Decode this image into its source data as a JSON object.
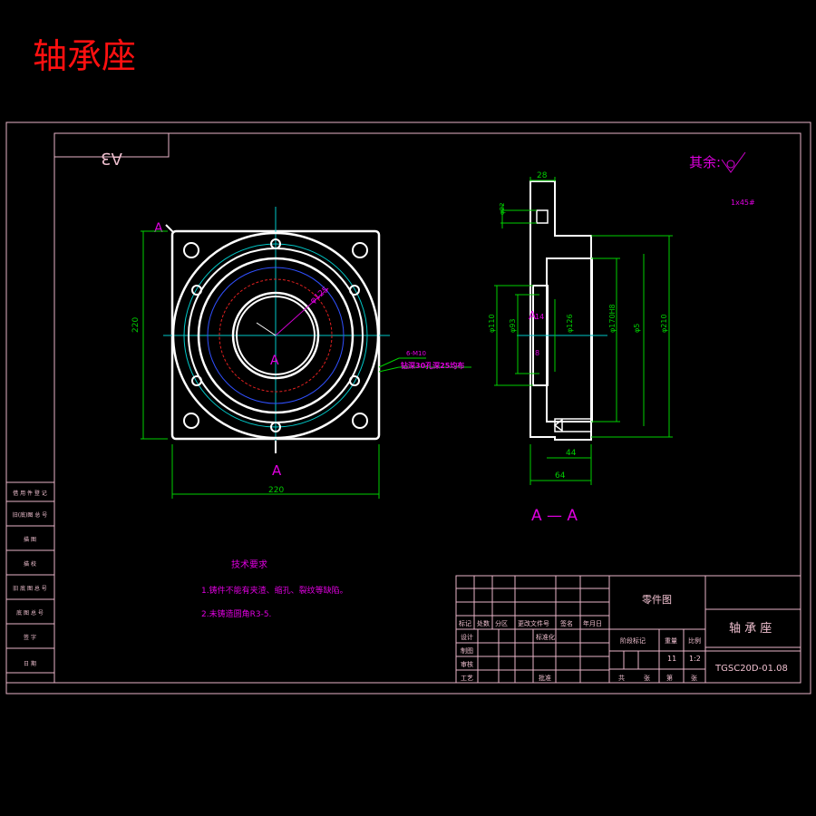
{
  "header": {
    "title": "轴承座"
  },
  "sheet": {
    "format": "A3"
  },
  "front_view": {
    "section_label_top": "A",
    "section_label_bottom": "A",
    "center_label": "A",
    "width_dim": "220",
    "height_dim": "220",
    "diameter_dim": "φ125",
    "hole_note": "6-M10",
    "thread_note": "钻深30孔深25均布"
  },
  "section_view": {
    "title": "A — A",
    "dims": {
      "top_width": "28",
      "top_small": "φ22",
      "d110": "φ110",
      "d93": "φ93",
      "d126": "φ126",
      "d170": "φ170H8",
      "d5": "φ5",
      "d210": "φ210",
      "w44": "44",
      "w64": "64",
      "small_14": "14",
      "small_8": "8",
      "side_a": "A"
    },
    "roughness_note": "其余:",
    "chamfer_note": "1x45#"
  },
  "tech_req": {
    "heading": "技术要求",
    "items": [
      "1.铸件不能有夹渣、缩孔、裂纹等缺陷。",
      "2.未铸造圆角R3-5."
    ]
  },
  "left_strip": {
    "items": [
      "借 用 件 登 记",
      "旧(底)图 总 号",
      "描 图",
      "描 校",
      "旧 底 图 总 号",
      "底 图 总 号",
      "签 字",
      "日 期"
    ]
  },
  "title_block": {
    "drawing_type": "零件图",
    "part_name": "轴 承 座",
    "drawing_no": "TGSC20D-01.08",
    "revision_headers": [
      "标记",
      "处数",
      "分区",
      "更改文件号",
      "签名",
      "年月日"
    ],
    "role_labels": [
      "设计",
      "制图",
      "审核",
      "工艺"
    ],
    "std_label": "标准化",
    "approve_label": "批准",
    "stage_label": "阶段标记",
    "weight_label": "重量",
    "scale_label": "比例",
    "weight_value": "11",
    "scale_value": "1:2",
    "sheets_total": "共",
    "sheets_label": "张",
    "sheet_no": "第",
    "sheet_label": "张"
  }
}
